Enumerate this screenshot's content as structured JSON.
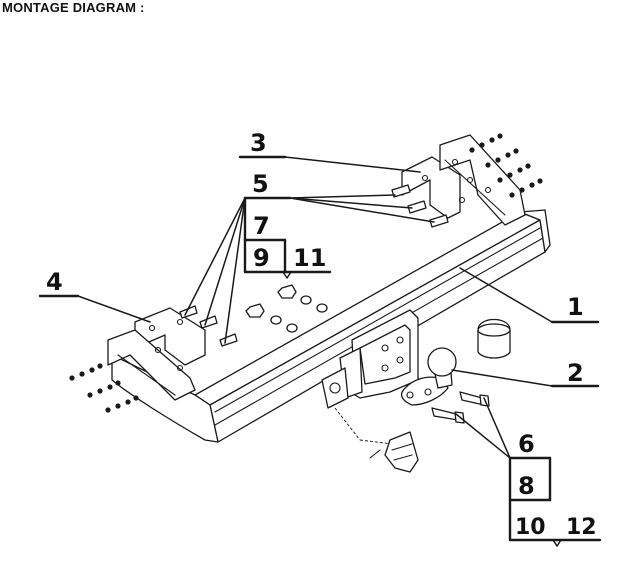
{
  "title": "MONTAGE DIAGRAM :",
  "callouts": {
    "c1": "1",
    "c2": "2",
    "c3": "3",
    "c4": "4",
    "c5": "5",
    "c6": "6",
    "c7": "7",
    "c8": "8",
    "c9": "9",
    "c10": "10",
    "c11": "11",
    "c12": "12"
  },
  "colors": {
    "ink": "#1a1a1a",
    "background": "#ffffff"
  }
}
